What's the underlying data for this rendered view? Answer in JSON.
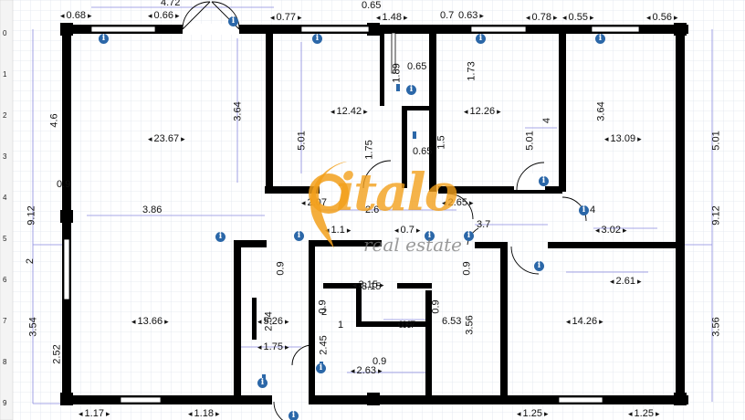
{
  "watermark": {
    "brand": "italo",
    "tagline": "real estate",
    "color": "#F2A01C"
  },
  "colors": {
    "wall": "#000000",
    "grid": "#dfe5ee",
    "dimension": "#6f6fcf",
    "info": "#2b67a8"
  },
  "ruler": {
    "marks": [
      "0",
      "1",
      "2",
      "3",
      "4",
      "5",
      "6",
      "7",
      "8",
      "9"
    ]
  },
  "top_dims": {
    "d1": "0.68",
    "d2": "4.72",
    "d3": "0.66",
    "d4": "0.77",
    "d5": "1.48",
    "d6": "0.7",
    "d7": "0.63",
    "d8": "0.78",
    "d9": "0.55",
    "d10": "0.56"
  },
  "bottom_dims": {
    "d1": "1.17",
    "d2": "1.18",
    "d3": "1.25",
    "d4": "1.25"
  },
  "side_dims": {
    "left_total": "9.12",
    "left_upper": "4.6",
    "left_2": "2",
    "left_3": "3.54",
    "left_4": "2.52",
    "right_total": "9.12",
    "right_upper": "5.01",
    "right_lower": "3.56"
  },
  "inner_dims": {
    "a": "3.64",
    "b": "5.01",
    "c": "1.89",
    "d": "0.65",
    "e": "1.73",
    "f": "3.64",
    "g": "5.01",
    "h": "4",
    "i": "1.75",
    "j": "0.65",
    "k": "1.5",
    "l": "3.86",
    "m": "0.9",
    "n": "2.07",
    "o": "2.6",
    "p": "2.65",
    "q": "3.7",
    "r": "3.02",
    "s": "4",
    "t": "1.1",
    "u": "0.7",
    "v": "0.9",
    "w": "2.61",
    "x": "3.15",
    "y": "0.9",
    "z": "0.9",
    "aa": "3.56",
    "ab": "1",
    "ac": "0.7",
    "ad": "2.45",
    "ae": "2.63",
    "af": "0.9",
    "ag": "1.75",
    "ah": "2.54",
    "ai": "0.9",
    "aj": "0.9",
    "ak": "2"
  },
  "room_areas": {
    "living": "23.67",
    "bed_a": "12.42",
    "bed_b": "12.26",
    "bed_c": "13.09",
    "small": "0.65",
    "kitchen": "13.66",
    "bath": "5.26",
    "hall": "6.53",
    "bed_d": "14.26",
    "store": "3.15"
  }
}
